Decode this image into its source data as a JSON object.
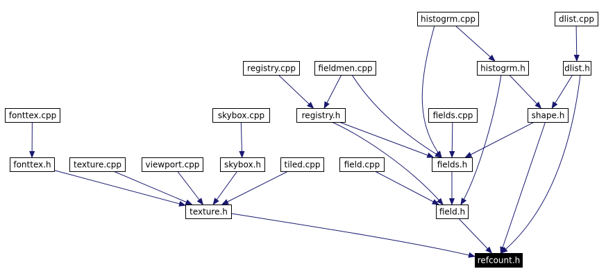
{
  "graph": {
    "title": "",
    "edge_color": "#191970",
    "root_fill": "#000000",
    "root_text_color": "#ffffff",
    "nodes": [
      {
        "id": "histogrm_cpp",
        "label": "histogrm.cpp"
      },
      {
        "id": "dlist_cpp",
        "label": "dlist.cpp"
      },
      {
        "id": "registry_cpp",
        "label": "registry.cpp"
      },
      {
        "id": "fieldmen_cpp",
        "label": "fieldmen.cpp"
      },
      {
        "id": "histogrm_h",
        "label": "histogrm.h"
      },
      {
        "id": "dlist_h",
        "label": "dlist.h"
      },
      {
        "id": "fonttex_cpp",
        "label": "fonttex.cpp"
      },
      {
        "id": "skybox_cpp",
        "label": "skybox.cpp"
      },
      {
        "id": "registry_h",
        "label": "registry.h"
      },
      {
        "id": "fields_cpp",
        "label": "fields.cpp"
      },
      {
        "id": "shape_h",
        "label": "shape.h"
      },
      {
        "id": "fonttex_h",
        "label": "fonttex.h"
      },
      {
        "id": "texture_cpp",
        "label": "texture.cpp"
      },
      {
        "id": "viewport_cpp",
        "label": "viewport.cpp"
      },
      {
        "id": "skybox_h",
        "label": "skybox.h"
      },
      {
        "id": "tiled_cpp",
        "label": "tiled.cpp"
      },
      {
        "id": "field_cpp",
        "label": "field.cpp"
      },
      {
        "id": "fields_h",
        "label": "fields.h"
      },
      {
        "id": "texture_h",
        "label": "texture.h"
      },
      {
        "id": "field_h",
        "label": "field.h"
      },
      {
        "id": "refcount_h",
        "label": "refcount.h",
        "highlighted": true
      }
    ],
    "edges": [
      {
        "from": "histogrm_cpp",
        "to": "histogrm_h"
      },
      {
        "from": "histogrm_cpp",
        "to": "fields_h"
      },
      {
        "from": "dlist_cpp",
        "to": "dlist_h"
      },
      {
        "from": "registry_cpp",
        "to": "registry_h"
      },
      {
        "from": "fieldmen_cpp",
        "to": "registry_h"
      },
      {
        "from": "fieldmen_cpp",
        "to": "fields_h"
      },
      {
        "from": "histogrm_h",
        "to": "shape_h"
      },
      {
        "from": "histogrm_h",
        "to": "field_h"
      },
      {
        "from": "dlist_h",
        "to": "shape_h"
      },
      {
        "from": "dlist_h",
        "to": "refcount_h"
      },
      {
        "from": "fonttex_cpp",
        "to": "fonttex_h"
      },
      {
        "from": "skybox_cpp",
        "to": "skybox_h"
      },
      {
        "from": "registry_h",
        "to": "fields_h"
      },
      {
        "from": "registry_h",
        "to": "field_h"
      },
      {
        "from": "fields_cpp",
        "to": "fields_h"
      },
      {
        "from": "shape_h",
        "to": "fields_h"
      },
      {
        "from": "shape_h",
        "to": "refcount_h"
      },
      {
        "from": "fonttex_h",
        "to": "texture_h"
      },
      {
        "from": "texture_cpp",
        "to": "texture_h"
      },
      {
        "from": "viewport_cpp",
        "to": "texture_h"
      },
      {
        "from": "skybox_h",
        "to": "texture_h"
      },
      {
        "from": "tiled_cpp",
        "to": "texture_h"
      },
      {
        "from": "field_cpp",
        "to": "field_h"
      },
      {
        "from": "fields_h",
        "to": "field_h"
      },
      {
        "from": "texture_h",
        "to": "refcount_h"
      },
      {
        "from": "field_h",
        "to": "refcount_h"
      }
    ]
  }
}
